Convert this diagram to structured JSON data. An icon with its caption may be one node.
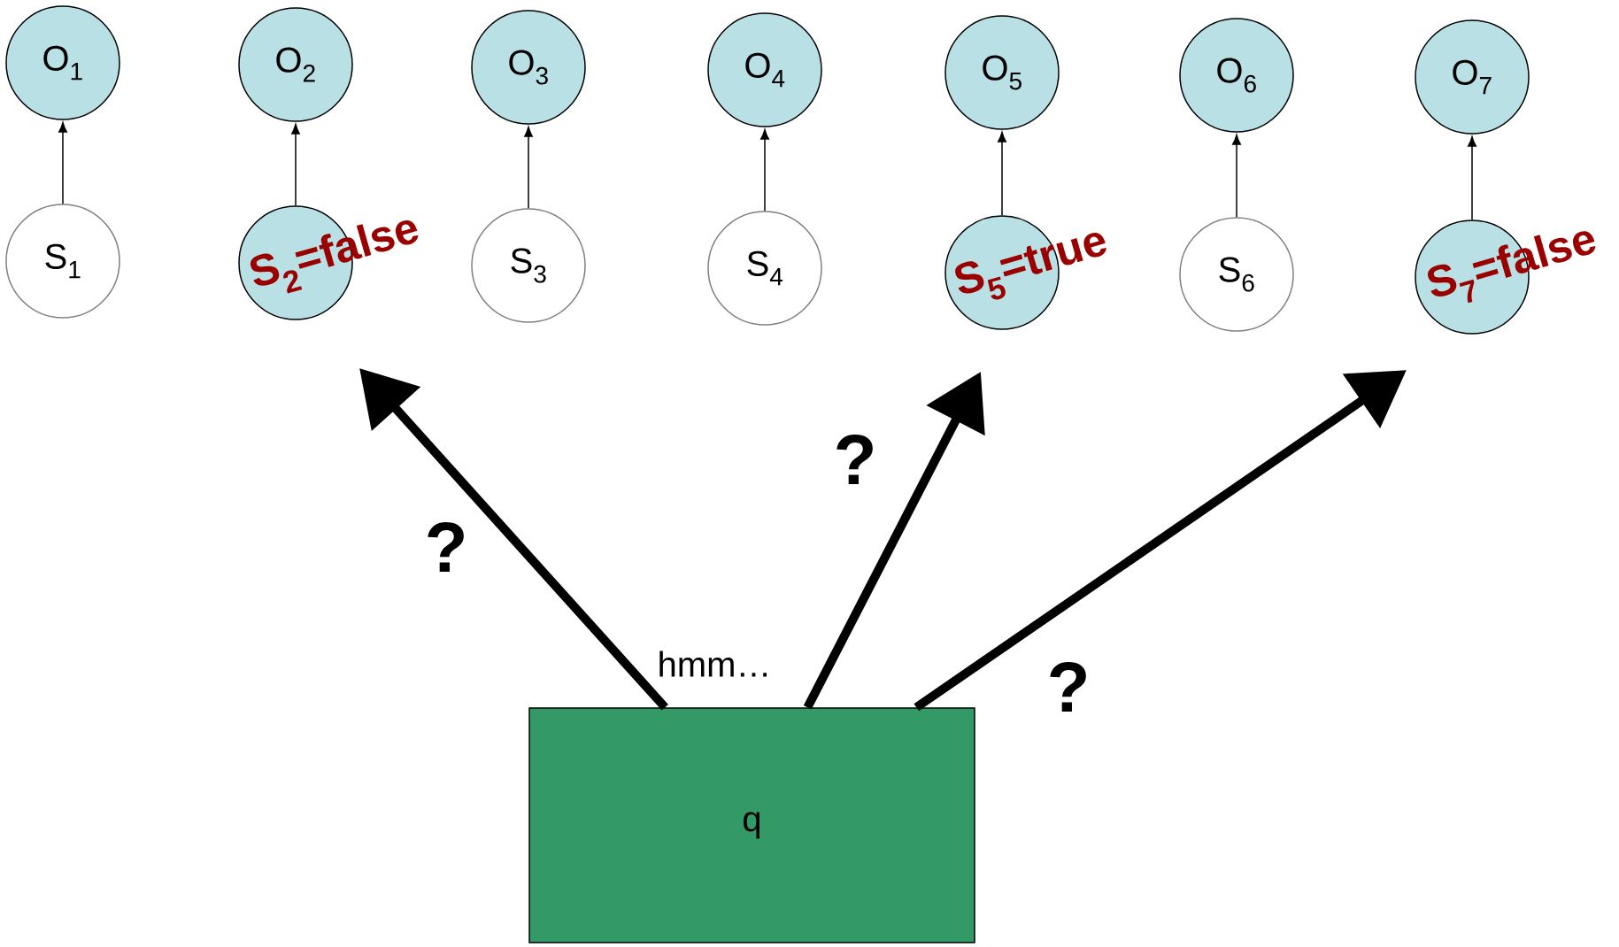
{
  "diagram": {
    "nodes": [
      {
        "text": [
          "O$_{1}$"
        ]
      },
      {
        "text": [
          "O$_{2}$"
        ]
      },
      {
        "text": [
          "O$_{3}$"
        ]
      },
      {
        "text": [
          "O$_{4}$"
        ]
      },
      {
        "text": [
          "O$_{5}$"
        ]
      },
      {
        "text": [
          "O$_{6}$"
        ]
      },
      {
        "text": [
          "O$_{7}$"
        ]
      },
      {
        "text": [
          "S$_{1}$"
        ]
      },
      {
        "text": [
          "S$_{2}$=false"
        ]
      },
      {
        "text": [
          "S$_{3}$"
        ]
      },
      {
        "text": [
          "S$_{4}$"
        ]
      },
      {
        "text": [
          "S$_{5}$=true"
        ]
      },
      {
        "text": [
          "S$_{6}$"
        ]
      },
      {
        "text": [
          "S$_{7}$=false"
        ]
      },
      {
        "text": [
          "q"
        ],
        "beside": [
          "hmm…"
        ]
      }
    ],
    "edges": [
      {
        "from": 7,
        "to": 0,
        "arrow": "to"
      },
      {
        "from": 8,
        "to": 1,
        "arrow": "to"
      },
      {
        "from": 9,
        "to": 2,
        "arrow": "to"
      },
      {
        "from": 10,
        "to": 3,
        "arrow": "to"
      },
      {
        "from": 11,
        "to": 4,
        "arrow": "to"
      },
      {
        "from": 12,
        "to": 5,
        "arrow": "to"
      },
      {
        "from": 13,
        "to": 6,
        "arrow": "to"
      },
      {
        "from": 14,
        "to": null,
        "arrow": "to",
        "style": "thick",
        "label": "?"
      },
      {
        "from": 14,
        "to": null,
        "arrow": "to",
        "style": "thick",
        "label": "?"
      },
      {
        "from": 14,
        "to": null,
        "arrow": "to",
        "style": "thick",
        "label": "?"
      }
    ]
  }
}
